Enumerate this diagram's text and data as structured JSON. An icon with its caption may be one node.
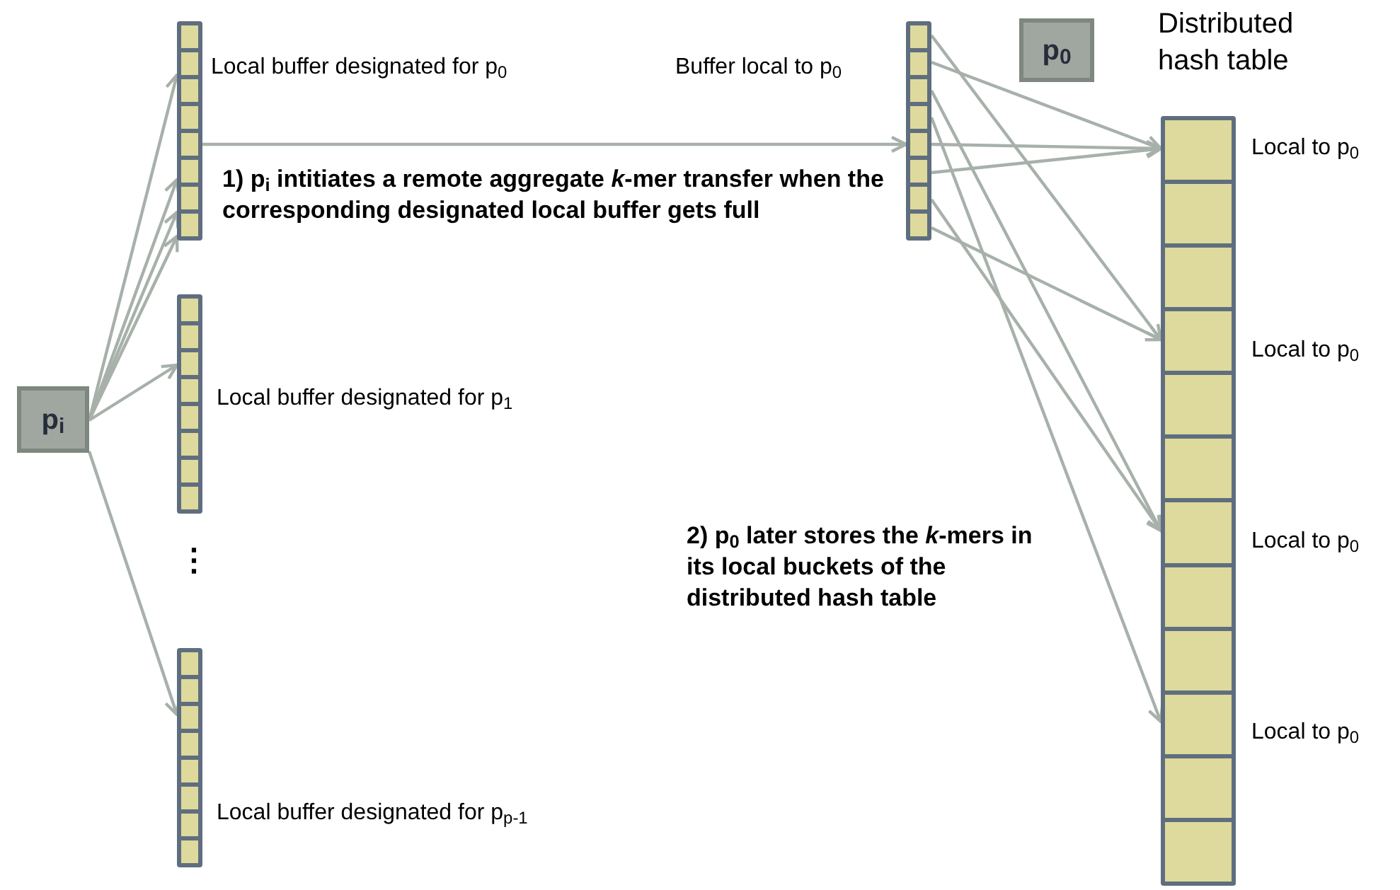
{
  "diagram": {
    "nodes": [
      {
        "text": [
          "p$_{i}$"
        ]
      },
      {
        "text": [],
        "shape": "bar",
        "beside": [
          "Local buffer designated for p$_{0}$"
        ]
      },
      {
        "text": [],
        "shape": "bar",
        "beside": [
          "Local buffer designated for p$_{1}$"
        ]
      },
      {
        "text": [],
        "shape": "bar",
        "beside": [
          "Local buffer designated for p$_{p-1}$"
        ]
      },
      {
        "text": [],
        "shape": "bar",
        "beside": [
          "Buffer local to p$_{0}$"
        ]
      },
      {
        "text": [
          "p$_{0}$"
        ]
      },
      {
        "text": [
          "Distributed hash table"
        ],
        "beside": [
          "Local to p$_{0}$",
          "Local to p$_{0}$",
          "Local to p$_{0}$",
          "Local to p$_{0}$"
        ]
      }
    ],
    "edges": [
      {
        "from": 0,
        "to": 1,
        "arrow": "to"
      },
      {
        "from": 0,
        "to": 1,
        "arrow": "to"
      },
      {
        "from": 0,
        "to": 1,
        "arrow": "to"
      },
      {
        "from": 0,
        "to": 1,
        "arrow": "to"
      },
      {
        "from": 0,
        "to": 2,
        "arrow": "to"
      },
      {
        "from": 0,
        "to": 3,
        "arrow": "to"
      },
      {
        "from": 1,
        "to": 4,
        "arrow": "to",
        "label": "1) p$_{i}$ intitiates a remote aggregate *k*-mer transfer when the corresponding designated local buffer gets full"
      },
      {
        "from": 4,
        "to": 6,
        "arrow": "to"
      },
      {
        "from": 4,
        "to": 6,
        "arrow": "to"
      },
      {
        "from": 4,
        "to": 6,
        "arrow": "to"
      },
      {
        "from": 4,
        "to": 6,
        "arrow": "to"
      },
      {
        "from": 4,
        "to": 6,
        "arrow": "to"
      },
      {
        "from": 4,
        "to": 6,
        "arrow": "to"
      },
      {
        "from": 4,
        "to": 6,
        "arrow": "to"
      },
      {
        "from": 4,
        "to": 6,
        "arrow": "to"
      }
    ],
    "labels": [
      "⋮",
      "2) p$_{0}$ later stores the *k*-mers in its local buckets of the distributed hash table"
    ]
  }
}
